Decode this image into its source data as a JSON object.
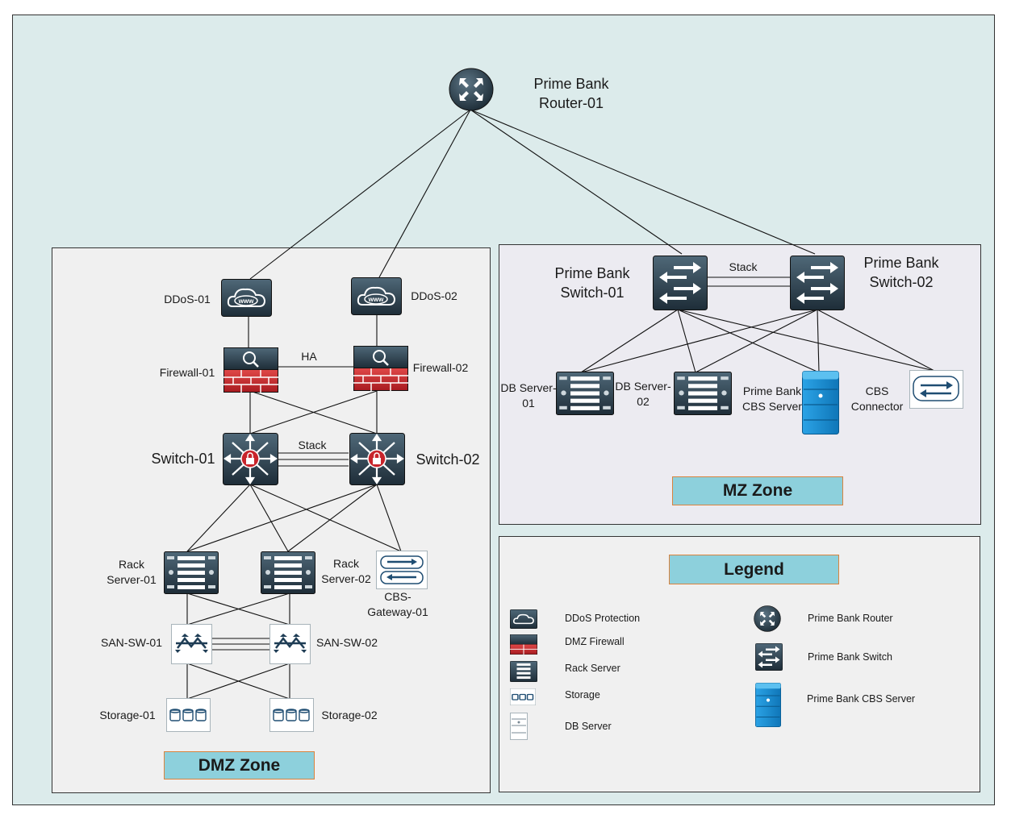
{
  "router": {
    "name": [
      "Prime Bank",
      "Router-01"
    ]
  },
  "dmz": {
    "zone_label": "DMZ Zone",
    "ddos1": "DDoS-01",
    "ddos2": "DDoS-02",
    "fw1": "Firewall-01",
    "fw2": "Firewall-02",
    "ha": "HA",
    "sw1": "Switch-01",
    "sw2": "Switch-02",
    "stack": "Stack",
    "rack1": [
      "Rack",
      "Server-01"
    ],
    "rack2": [
      "Rack",
      "Server-02"
    ],
    "gw": [
      "CBS-",
      "Gateway-01"
    ],
    "san1": "SAN-SW-01",
    "san2": "SAN-SW-02",
    "st1": "Storage-01",
    "st2": "Storage-02"
  },
  "mz": {
    "zone_label": "MZ Zone",
    "sw1": [
      "Prime Bank",
      "Switch-01"
    ],
    "sw2": [
      "Prime Bank",
      "Switch-02"
    ],
    "stack": "Stack",
    "db1": [
      "DB Server-",
      "01"
    ],
    "db2": [
      "DB Server-",
      "02"
    ],
    "cbs": [
      "Prime Bank",
      "CBS Server"
    ],
    "conn": [
      "CBS",
      "Connector"
    ]
  },
  "legend": {
    "title": "Legend",
    "items": [
      "DDoS Protection",
      "DMZ Firewall",
      "Rack Server",
      "Storage",
      "DB Server",
      "Prime Bank Router",
      "Prime Bank Switch",
      "Prime Bank CBS Server"
    ]
  },
  "colors": {
    "outer_bg": "#dcebeb",
    "zone_label_bg": "#8dd0dc",
    "zone_label_border": "#d9833e",
    "device_dark": "#2b3e4c",
    "firewall_red": "#c8242b",
    "cbs_blue": "#1a8fd1"
  }
}
